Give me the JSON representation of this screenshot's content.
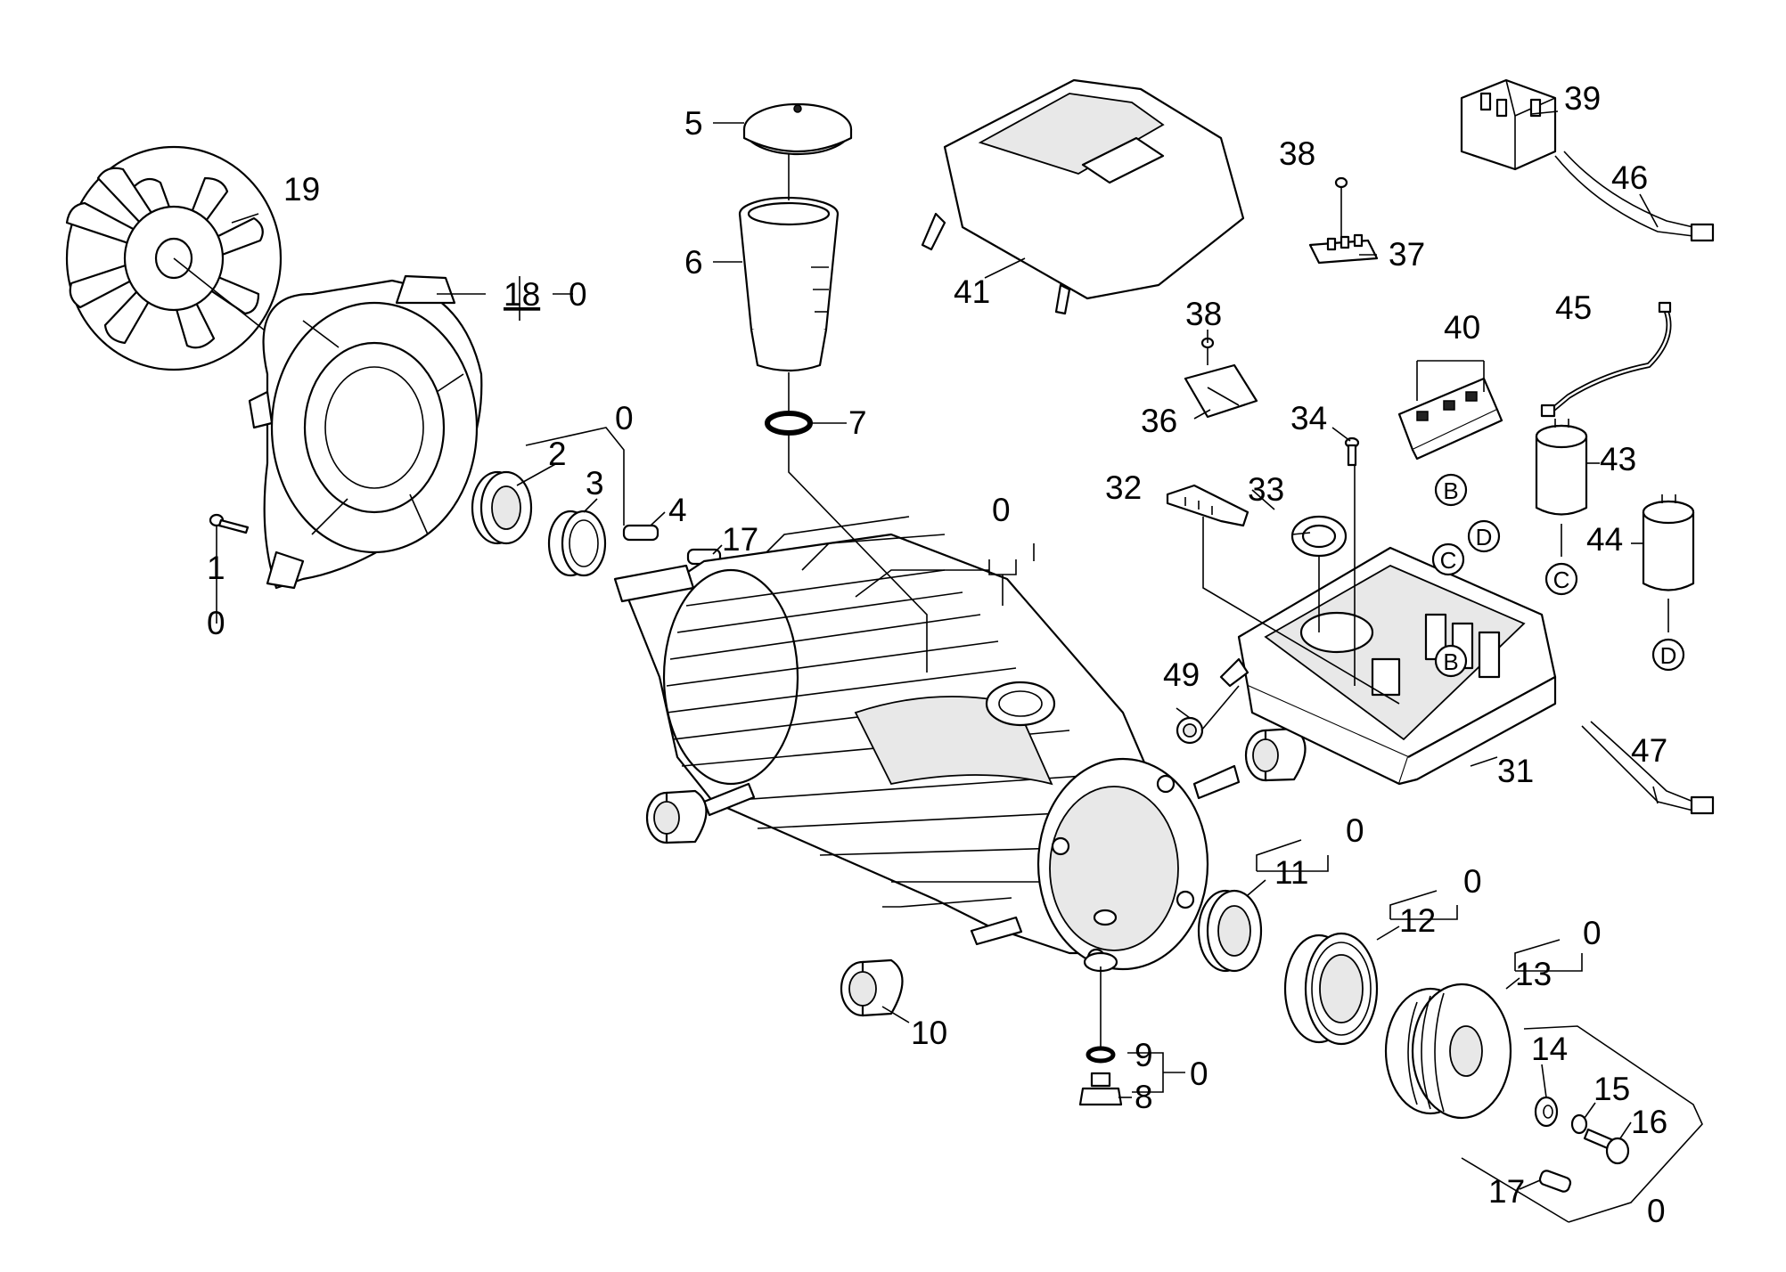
{
  "labels": {
    "l0_a": "0",
    "l0_b": "0",
    "l0_c": "0",
    "l0_d": "0",
    "l0_e": "0",
    "l0_f": "0",
    "l0_g": "0",
    "l0_h": "0",
    "l0_i": "0",
    "l1": "1",
    "l2": "2",
    "l3": "3",
    "l4": "4",
    "l5": "5",
    "l6": "6",
    "l7": "7",
    "l8": "8",
    "l9": "9",
    "l10": "10",
    "l11": "11",
    "l12": "12",
    "l13": "13",
    "l14": "14",
    "l15": "15",
    "l16": "16",
    "l17a": "17",
    "l17b": "17",
    "l18": "18",
    "l19": "19",
    "l31": "31",
    "l32": "32",
    "l33": "33",
    "l34": "34",
    "l36": "36",
    "l37": "37",
    "l38a": "38",
    "l38b": "38",
    "l39": "39",
    "l40": "40",
    "l41": "41",
    "l43": "43",
    "l44": "44",
    "l45": "45",
    "l46": "46",
    "l47": "47",
    "l49": "49"
  },
  "connectors": {
    "b1": "B",
    "b2": "B",
    "c1": "C",
    "c2": "C",
    "d1": "D",
    "d2": "D"
  }
}
